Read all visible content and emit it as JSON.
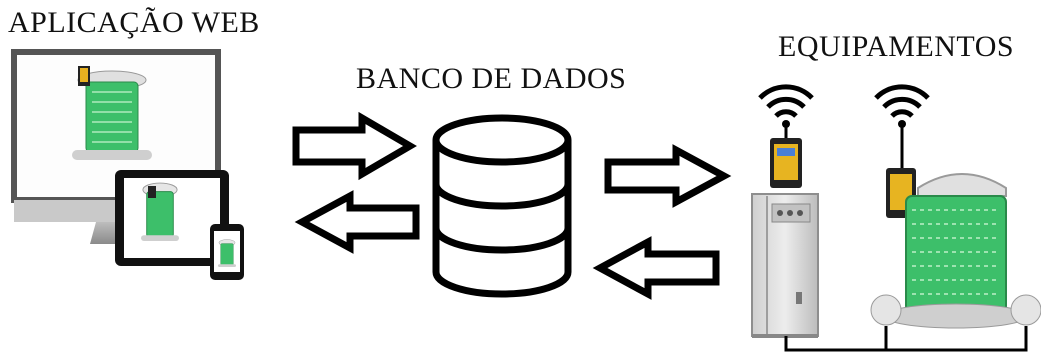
{
  "labels": {
    "web_app": "APLICAÇÃO WEB",
    "database": "BANCO DE DADOS",
    "equipment": "EQUIPAMENTOS"
  },
  "colors": {
    "silo_green": "#3dbf6a",
    "panel_gray": "#dcdcdc",
    "arrow_stroke": "#000000"
  },
  "icons": {
    "left_group": [
      "monitor-icon",
      "tablet-icon",
      "smartphone-icon"
    ],
    "center": "database-icon",
    "right_group": [
      "wifi-icon",
      "control-panel-icon",
      "silo-icon"
    ]
  }
}
